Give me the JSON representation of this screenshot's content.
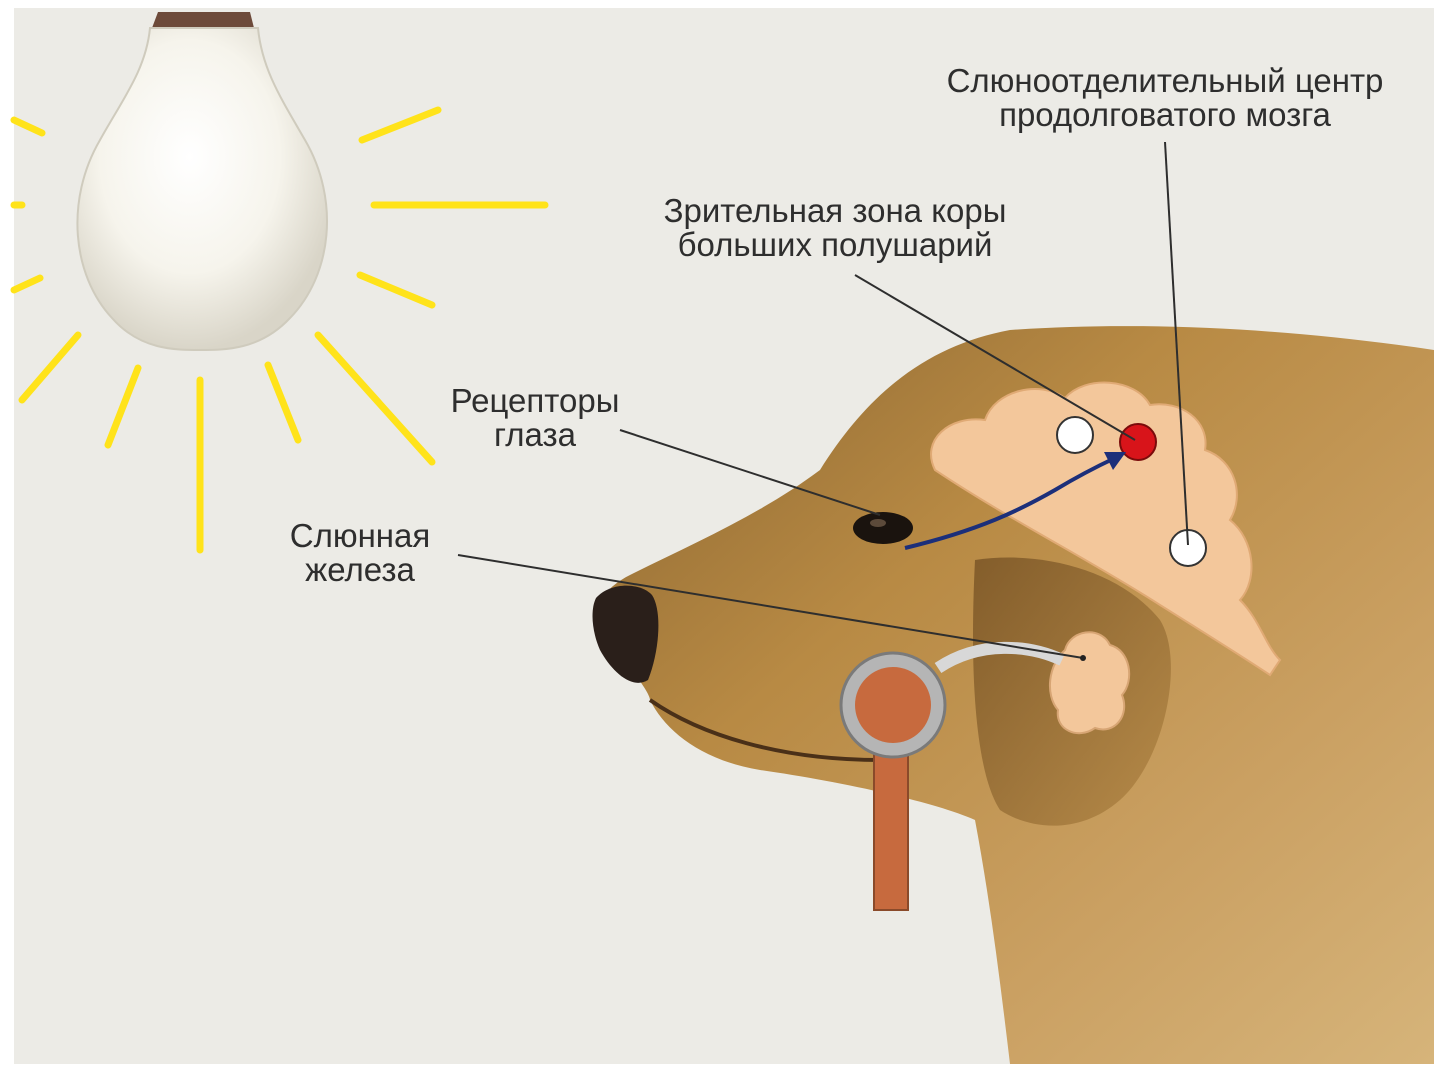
{
  "labels": {
    "salivary_center": {
      "line1": "Слюноотделительный центр",
      "line2": "продолговатого мозга"
    },
    "visual_cortex": {
      "line1": "Зрительная зона коры",
      "line2": "больших полушарий"
    },
    "eye_receptors": {
      "line1": "Рецепторы",
      "line2": "глаза"
    },
    "salivary_gland": {
      "line1": "Слюнная",
      "line2": "железа"
    }
  },
  "colors": {
    "background": "#ecebe6",
    "light_rays": "#ffe31a",
    "dog_fur": "#b88a44",
    "brain": "#f3c79b",
    "active_center": "#d8141a",
    "nerve_arrow": "#1c2f7a",
    "fistula_tube": "#c76a3e"
  }
}
